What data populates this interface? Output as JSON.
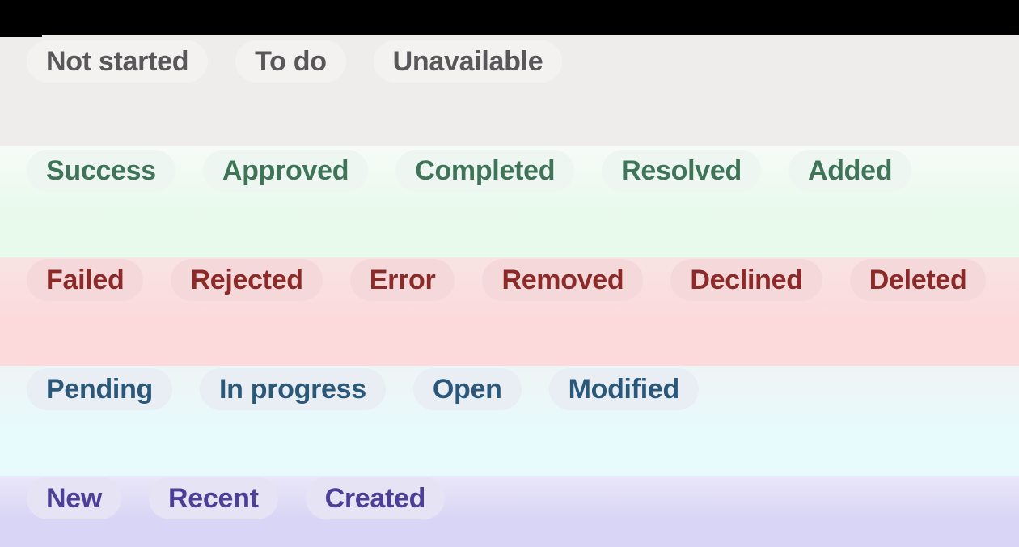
{
  "window": {
    "top_bar_color": "#000000"
  },
  "groups": [
    {
      "name": "neutral",
      "labels": [
        "Not started",
        "To do",
        "Unavailable"
      ],
      "text_color": "#58585a",
      "pill_bg": "#f3f2f0",
      "band_top": "#eeedec",
      "band_bottom": "#eeedec"
    },
    {
      "name": "success",
      "labels": [
        "Success",
        "Approved",
        "Completed",
        "Resolved",
        "Added"
      ],
      "text_color": "#3f7459",
      "pill_bg": "#edf6f0",
      "band_top": "#f7fbf7",
      "band_bottom": "#e8faec"
    },
    {
      "name": "danger",
      "labels": [
        "Failed",
        "Rejected",
        "Error",
        "Removed",
        "Declined",
        "Deleted"
      ],
      "text_color": "#8c2a29",
      "pill_bg": "#f5d9da",
      "band_top": "#f9e3e3",
      "band_bottom": "#fcdadc"
    },
    {
      "name": "info",
      "labels": [
        "Pending",
        "In progress",
        "Open",
        "Modified"
      ],
      "text_color": "#2b5878",
      "pill_bg": "#e9eef4",
      "band_top": "#eff4f5",
      "band_bottom": "#e7fafc"
    },
    {
      "name": "new",
      "labels": [
        "New",
        "Recent",
        "Created"
      ],
      "text_color": "#4e3f96",
      "pill_bg": "#e6e3f5",
      "band_top": "#eae7f8",
      "band_bottom": "#d9d5f6"
    }
  ]
}
